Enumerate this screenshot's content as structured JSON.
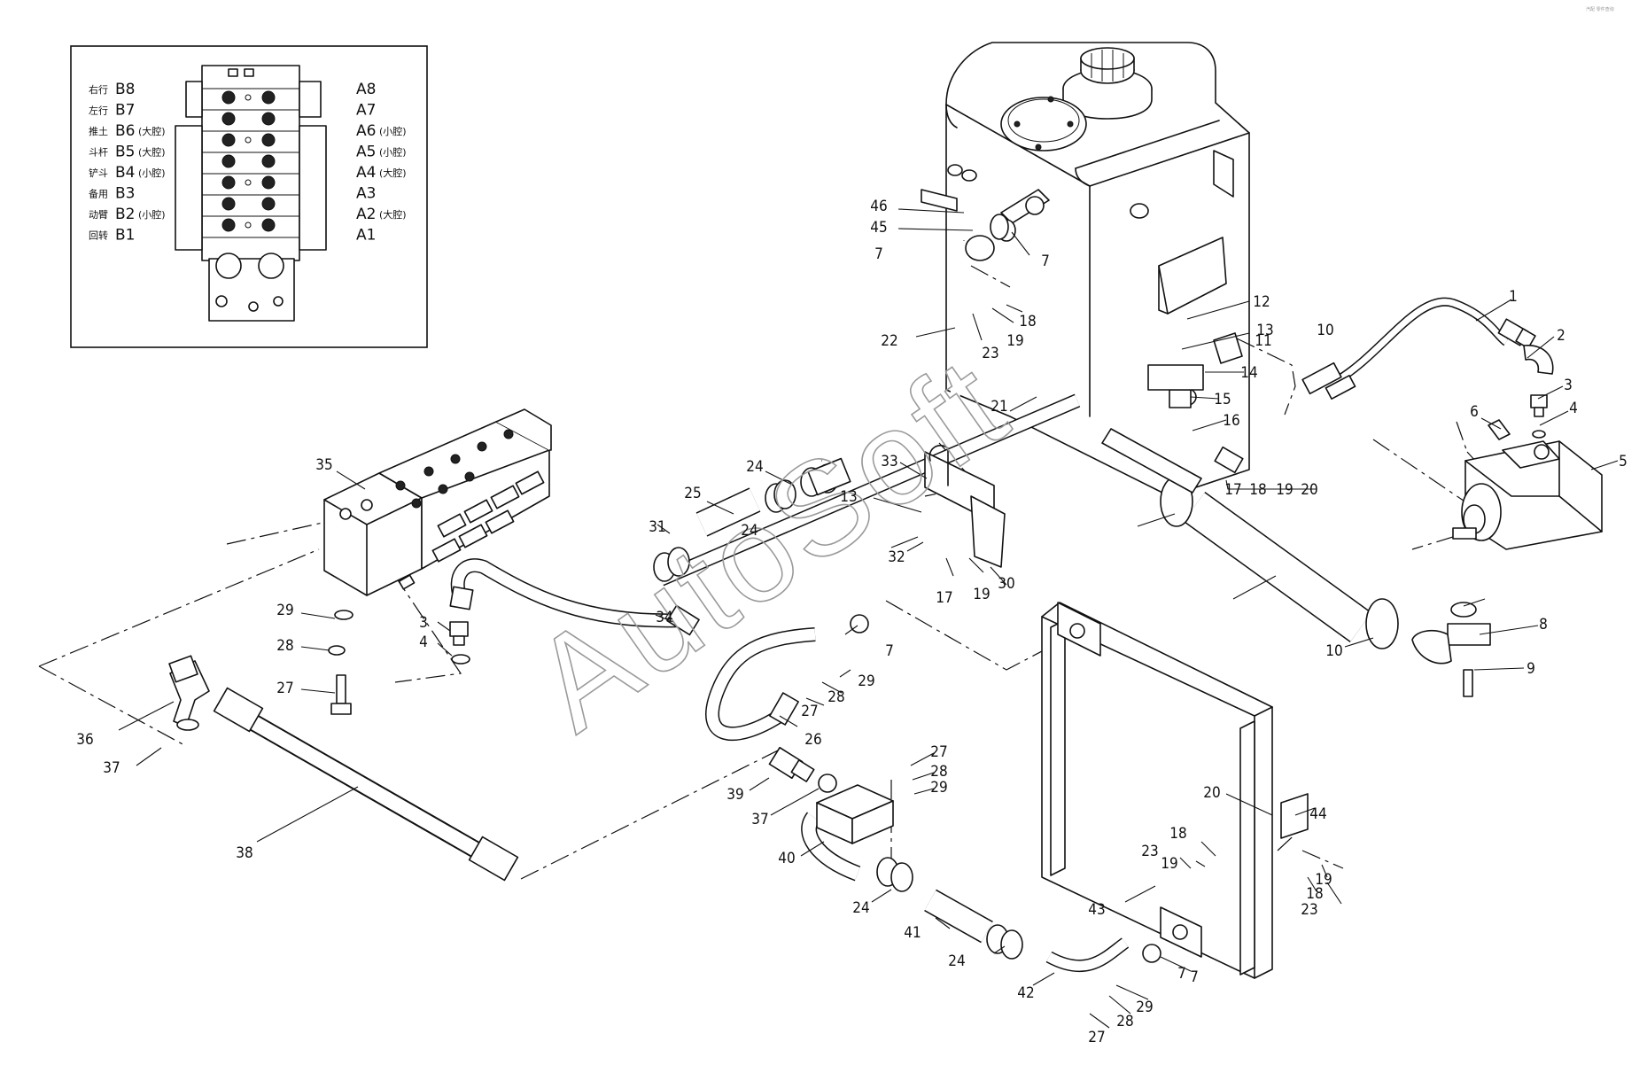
{
  "watermark": "AutoSoft",
  "corner_mark": "汽配 零件查询",
  "inset": {
    "rows": [
      {
        "cn": "右行",
        "b": "B8",
        "bsub": "",
        "a": "A8",
        "asub": ""
      },
      {
        "cn": "左行",
        "b": "B7",
        "bsub": "",
        "a": "A7",
        "asub": ""
      },
      {
        "cn": "推土",
        "b": "B6",
        "bsub": "(大腔)",
        "a": "A6",
        "asub": "(小腔)"
      },
      {
        "cn": "斗杆",
        "b": "B5",
        "bsub": "(大腔)",
        "a": "A5",
        "asub": "(小腔)"
      },
      {
        "cn": "铲斗",
        "b": "B4",
        "bsub": "(小腔)",
        "a": "A4",
        "asub": "(大腔)"
      },
      {
        "cn": "备用",
        "b": "B3",
        "bsub": "",
        "a": "A3",
        "asub": ""
      },
      {
        "cn": "动臂",
        "b": "B2",
        "bsub": "(小腔)",
        "a": "A2",
        "asub": "(大腔)"
      },
      {
        "cn": "回转",
        "b": "B1",
        "bsub": "",
        "a": "A1",
        "asub": ""
      }
    ]
  },
  "callouts": [
    "1",
    "2",
    "3",
    "4",
    "5",
    "6",
    "7",
    "8",
    "9",
    "10",
    "10",
    "11",
    "12",
    "13",
    "14",
    "15",
    "16",
    "17",
    "18",
    "19",
    "20",
    "46",
    "45",
    "7",
    "22",
    "23",
    "19",
    "18",
    "21",
    "35",
    "24",
    "25",
    "24",
    "31",
    "33",
    "13",
    "32",
    "17",
    "19",
    "30",
    "29",
    "28",
    "27",
    "3",
    "4",
    "36",
    "37",
    "34",
    "7",
    "29",
    "28",
    "27",
    "26",
    "38",
    "39",
    "37",
    "40",
    "27",
    "28",
    "29",
    "24",
    "41",
    "24",
    "42",
    "29",
    "28",
    "27",
    "7",
    "43",
    "20",
    "44",
    "19",
    "18",
    "23",
    "18",
    "19",
    "23",
    "7"
  ]
}
